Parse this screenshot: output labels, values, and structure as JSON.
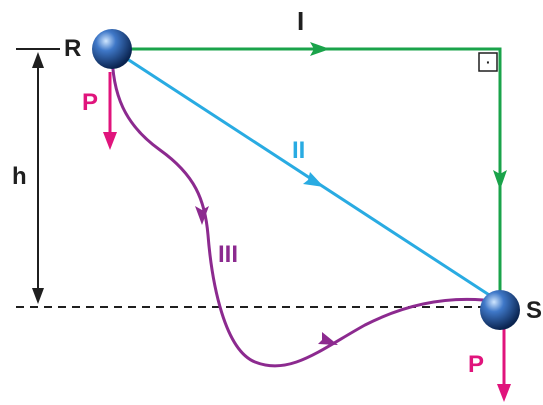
{
  "points": {
    "start": "R",
    "end": "S"
  },
  "height_label": "h",
  "paths": {
    "path_1": {
      "label": "I",
      "color": "#1aa34a"
    },
    "path_2": {
      "label": "II",
      "color": "#29abe2"
    },
    "path_3": {
      "label": "III",
      "color": "#8c2a8f"
    }
  },
  "weight": {
    "label_at_start": "P",
    "label_at_end": "P",
    "color": "#e0147c"
  },
  "right_angle_mark": "·"
}
